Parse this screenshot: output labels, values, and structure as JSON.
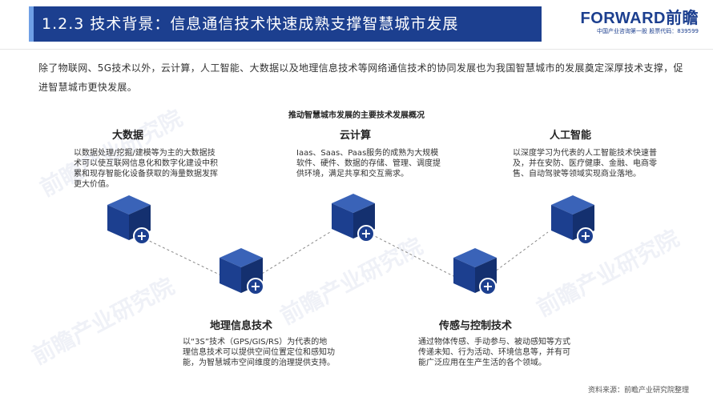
{
  "header": {
    "title": "1.2.3 技术背景：信息通信技术快速成熟支撑智慧城市发展"
  },
  "logo": {
    "brand": "FORWARD前瞻",
    "tagline": "中国产业咨询第一股 股票代码：839599"
  },
  "intro": "除了物联网、5G技术以外，云计算，人工智能、大数据以及地理信息技术等网络通信技术的协同发展也为我国智慧城市的发展奠定深厚技术支撑，促进智慧城市更快发展。",
  "diagram": {
    "title": "推动智慧城市发展的主要技术发展概况",
    "nodes": [
      {
        "label": "大数据",
        "desc": "以数据处理/挖掘/建模等为主的大数据技术可以使互联网信息化和数字化建设中积累和现存智能化设备获取的海量数据发挥更大价值。"
      },
      {
        "label": "地理信息技术",
        "desc": "以“3S”技术（GPS/GIS/RS）为代表的地理信息技术可以提供空间位置定位和感知功能，为智慧城市空间维度的治理提供支持。"
      },
      {
        "label": "云计算",
        "desc": "Iaas、Saas、Paas服务的成熟为大规模软件、硬件、数据的存储、管理、调度提供环境，满足共享和交互需求。"
      },
      {
        "label": "传感与控制技术",
        "desc": "通过物体传感、手动参与、被动感知等方式传递未知、行为活动、环境信息等，并有可能广泛应用在生产生活的各个领域。"
      },
      {
        "label": "人工智能",
        "desc": "以深度学习为代表的人工智能技术快速普及，并在安防、医疗健康、金融、电商零售、自动驾驶等领域实现商业落地。"
      }
    ],
    "plus_symbol": "+"
  },
  "watermark": "前瞻产业研究院",
  "source": "资料来源：前瞻产业研究院整理"
}
